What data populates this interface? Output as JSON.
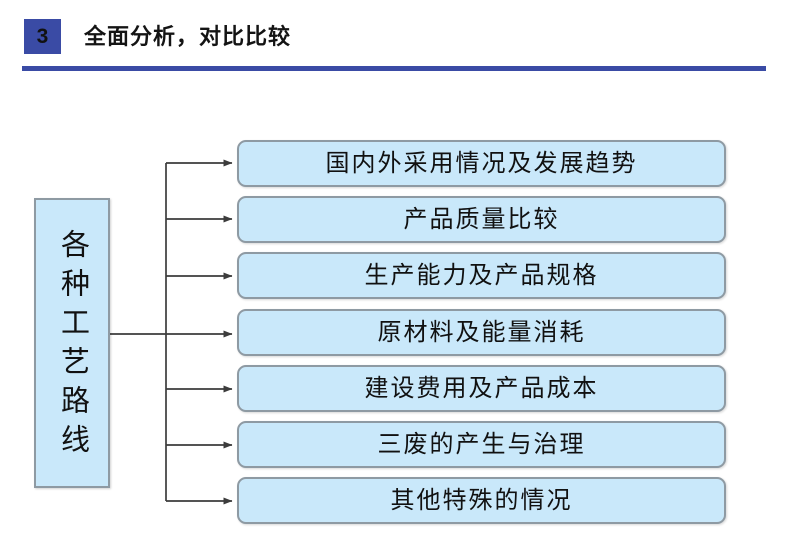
{
  "header": {
    "badge_number": "3",
    "title": "全面分析，对比比较",
    "accent_color": "#3a4ba5",
    "rule_color": "#3a4ba5"
  },
  "diagram": {
    "type": "tree",
    "node_fill_color": "#c9e8fa",
    "node_border_color": "#8e9aa3",
    "connector_color": "#3c3c3c",
    "root": {
      "label": "各种工艺路线",
      "orientation": "vertical"
    },
    "branches": [
      {
        "label": "国内外采用情况及发展趋势"
      },
      {
        "label": "产品质量比较"
      },
      {
        "label": "生产能力及产品规格"
      },
      {
        "label": "原材料及能量消耗"
      },
      {
        "label": "建设费用及产品成本"
      },
      {
        "label": "三废的产生与治理"
      },
      {
        "label": "其他特殊的情况"
      }
    ]
  }
}
